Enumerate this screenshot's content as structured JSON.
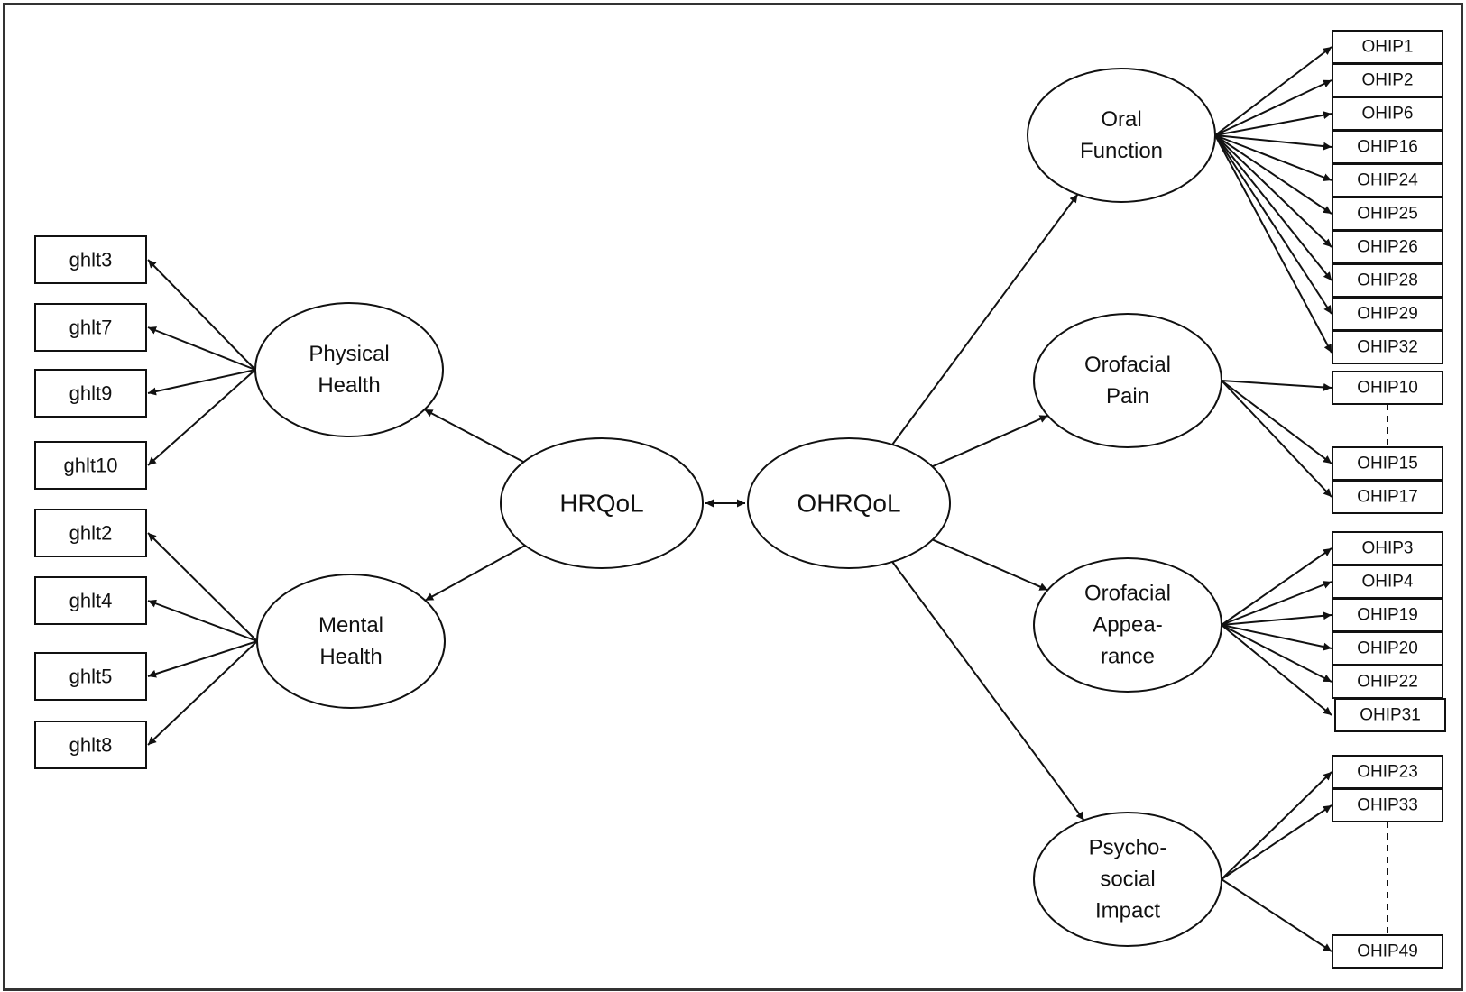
{
  "diagram": {
    "center": {
      "hrqol": "HRQoL",
      "ohrqol": "OHRQoL"
    },
    "left_factors": {
      "physical": [
        "Physical",
        "Health"
      ],
      "mental": [
        "Mental",
        "Health"
      ]
    },
    "right_factors": {
      "oral_function": [
        "Oral",
        "Function"
      ],
      "orofacial_pain": [
        "Orofacial",
        "Pain"
      ],
      "orofacial_appearance": [
        "Orofacial",
        "Appea-",
        "rance"
      ],
      "psychosocial_impact": [
        "Psycho-",
        "social",
        "Impact"
      ]
    },
    "ghlt_items": [
      "ghlt3",
      "ghlt7",
      "ghlt9",
      "ghlt10",
      "ghlt2",
      "ghlt4",
      "ghlt5",
      "ghlt8"
    ],
    "ohip_items": {
      "oral_function": [
        "OHIP1",
        "OHIP2",
        "OHIP6",
        "OHIP16",
        "OHIP24",
        "OHIP25",
        "OHIP26",
        "OHIP28",
        "OHIP29",
        "OHIP32"
      ],
      "orofacial_pain": [
        "OHIP10",
        "OHIP15",
        "OHIP17"
      ],
      "orofacial_appearance": [
        "OHIP3",
        "OHIP4",
        "OHIP19",
        "OHIP20",
        "OHIP22",
        "OHIP31"
      ],
      "psychosocial_impact": [
        "OHIP23",
        "OHIP33",
        "OHIP49"
      ]
    },
    "colors": {
      "stroke": "#111111",
      "frame": "#333333",
      "background": "#ffffff"
    }
  }
}
